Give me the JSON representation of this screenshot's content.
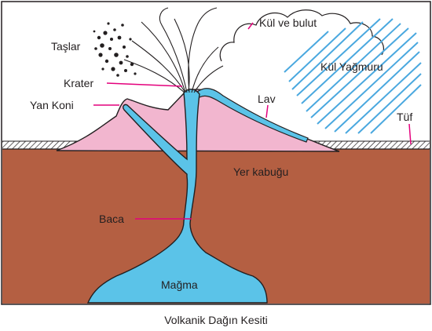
{
  "labels": {
    "taslar": "Taşlar",
    "krater": "Krater",
    "yan_koni": "Yan Koni",
    "kul_ve_bulut": "Kül ve bulut",
    "kul_yagmuru": "Kül Yağmuru",
    "lav": "Lav",
    "tuf": "Tüf",
    "yer_kabugu": "Yer kabuğu",
    "baca": "Baca",
    "magma": "Mağma"
  },
  "caption": "Volkanik Dağın Kesiti",
  "colors": {
    "crust": "#b45f42",
    "cone": "#f2b6cf",
    "magma": "#5bc3e8",
    "leader": "#e4007c",
    "ash_rain": "#4aa8df",
    "ink": "#231f20"
  }
}
